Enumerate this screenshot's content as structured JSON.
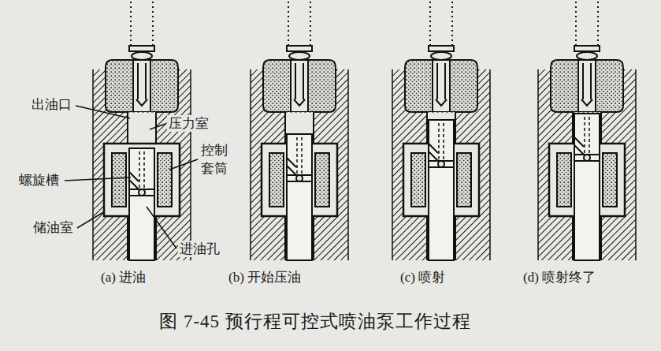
{
  "diagram": {
    "caption": "图 7-45 预行程可控式喷油泵工作过程",
    "labels": [
      "出油口",
      "压力室",
      "控制 套筒",
      "螺旋槽",
      "储油室",
      "进油孔",
      "(a) 进油",
      "(b) 开始压油",
      "(c) 喷射",
      "(d) 喷射终了"
    ]
  }
}
